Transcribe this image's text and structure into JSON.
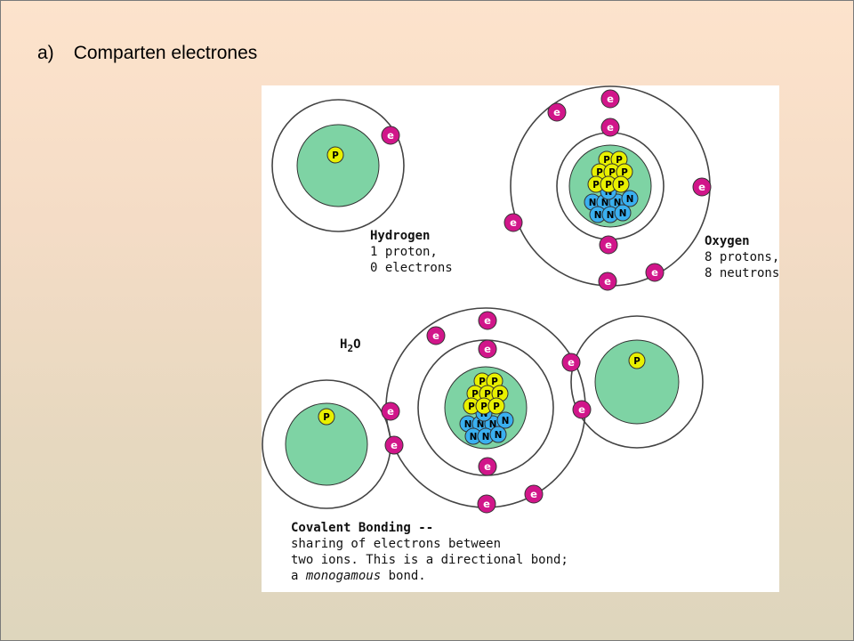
{
  "slide": {
    "bullet_marker": "a)",
    "bullet_text": "Comparten electrones"
  },
  "diagram": {
    "hydrogen": {
      "title": "Hydrogen",
      "line1": "1 proton,",
      "line2": "0 electrons"
    },
    "oxygen": {
      "title": "Oxygen",
      "line1": "8 protons,",
      "line2": "8 neutrons"
    },
    "water_label": "H",
    "water_sub": "2",
    "water_tail": "O",
    "covalent": {
      "title": "Covalent Bonding --",
      "line1": "sharing of electrons between",
      "line2": "two ions. This is a directional bond;",
      "line3_pre": "a ",
      "line3_italic": "monogamous",
      "line3_post": " bond."
    },
    "particle_labels": {
      "proton": "P",
      "neutron": "N",
      "electron": "e"
    },
    "colors": {
      "nucleus_fill": "#7ed3a4",
      "electron": "#d1168a",
      "proton": "#e8f000",
      "neutron": "#3ab0f0",
      "orbit": "#444444"
    }
  }
}
